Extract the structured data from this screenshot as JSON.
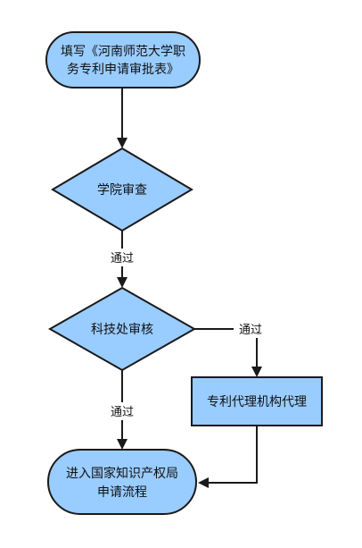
{
  "nodes": {
    "start": {
      "line1": "填写《河南师范大学职",
      "line2": "务专利申请审批表》"
    },
    "college_review": {
      "label": "学院审查"
    },
    "sci_review": {
      "label": "科技处审核"
    },
    "agency": {
      "label": "专利代理机构代理"
    },
    "end": {
      "line1": "进入国家知识产权局",
      "line2": "申请流程"
    }
  },
  "edges": {
    "pass1": "通过",
    "pass2": "通过",
    "pass3": "通过"
  },
  "colors": {
    "node_fill": "#99ccff",
    "stroke": "#1a1a1a"
  }
}
